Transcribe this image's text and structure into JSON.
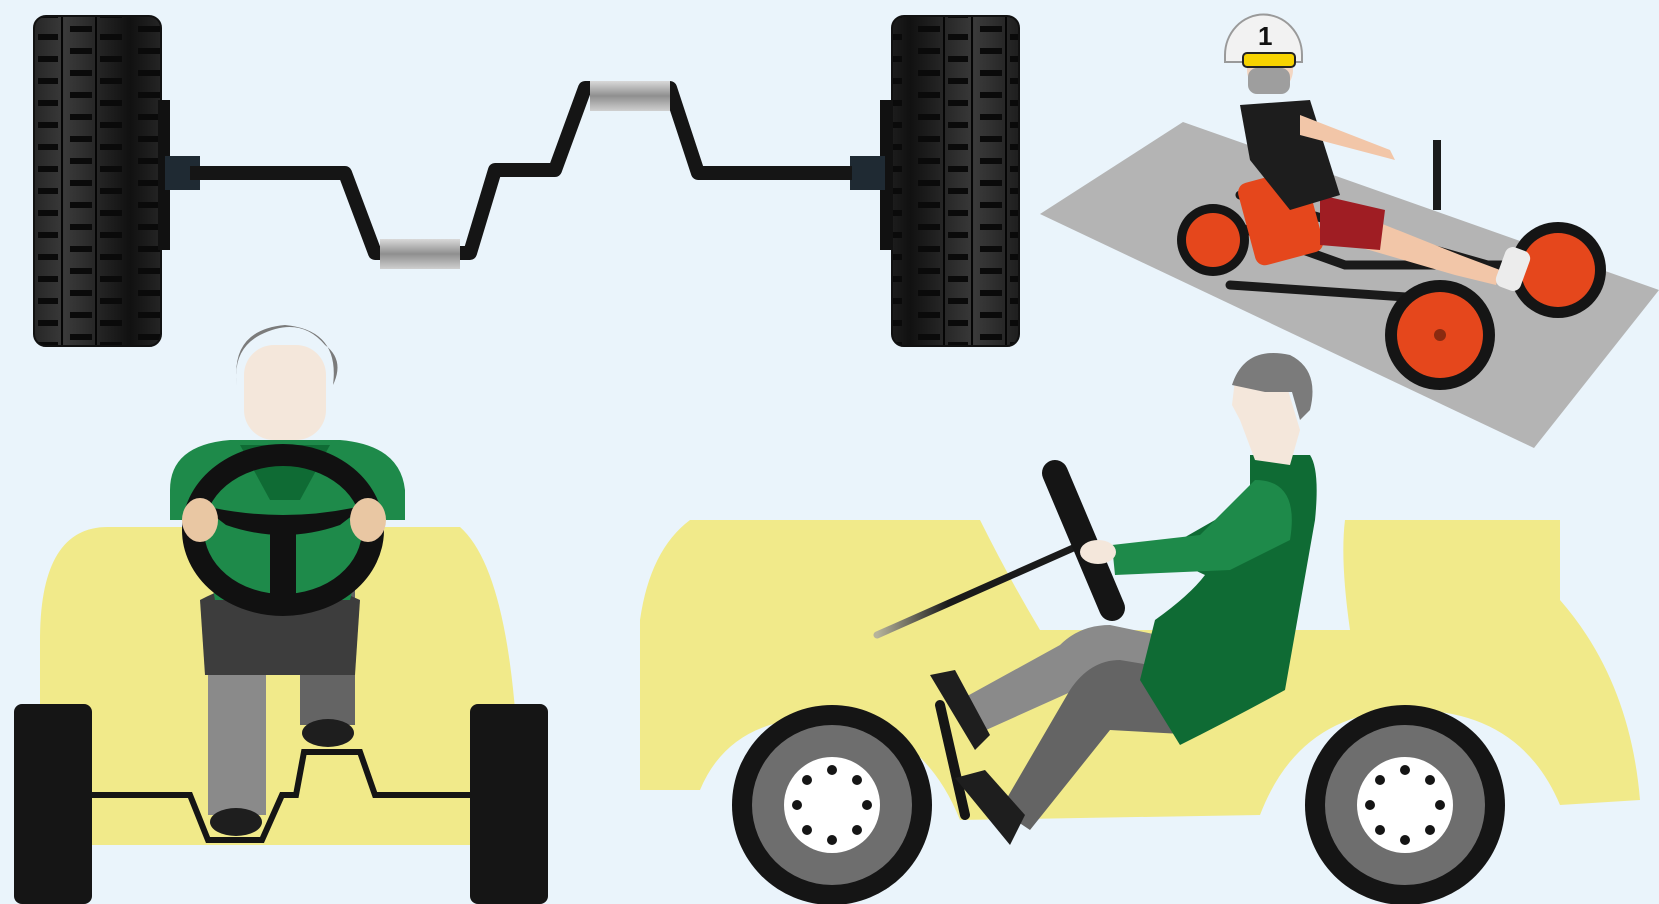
{
  "palette": {
    "background": "#eaf4fb",
    "car_body": "#f1ea8a",
    "tire": "#1b1b1b",
    "tire_tread": "#3a3a3a",
    "hub": "#6e6e6e",
    "rim": "#ffffff",
    "axle": "#151515",
    "bushing": "#a8a8a8",
    "jacket": "#0f6b34",
    "jacket_highlight": "#1e8a4a",
    "trousers": "#8c8c8c",
    "trousers_dark": "#5f5f5f",
    "skin": "#f4e7db",
    "hand": "#e9c7a3",
    "hair": "#7b7b7b",
    "shoe": "#1e1e1e",
    "kart_frame": "#e5471c",
    "mat": "#b4b4b4"
  },
  "panels": [
    {
      "id": "axle-top-view",
      "content": "crank-axle-with-two-tires"
    },
    {
      "id": "kid-pedal-kart-photo",
      "content": "child-in-helmet-on-orange-pedal-kart",
      "helmet_number": "1"
    },
    {
      "id": "driver-front-view",
      "content": "driver-with-steering-wheel-over-crank-axle"
    },
    {
      "id": "driver-side-view",
      "content": "driver-in-car-side-view-with-pedals"
    }
  ]
}
